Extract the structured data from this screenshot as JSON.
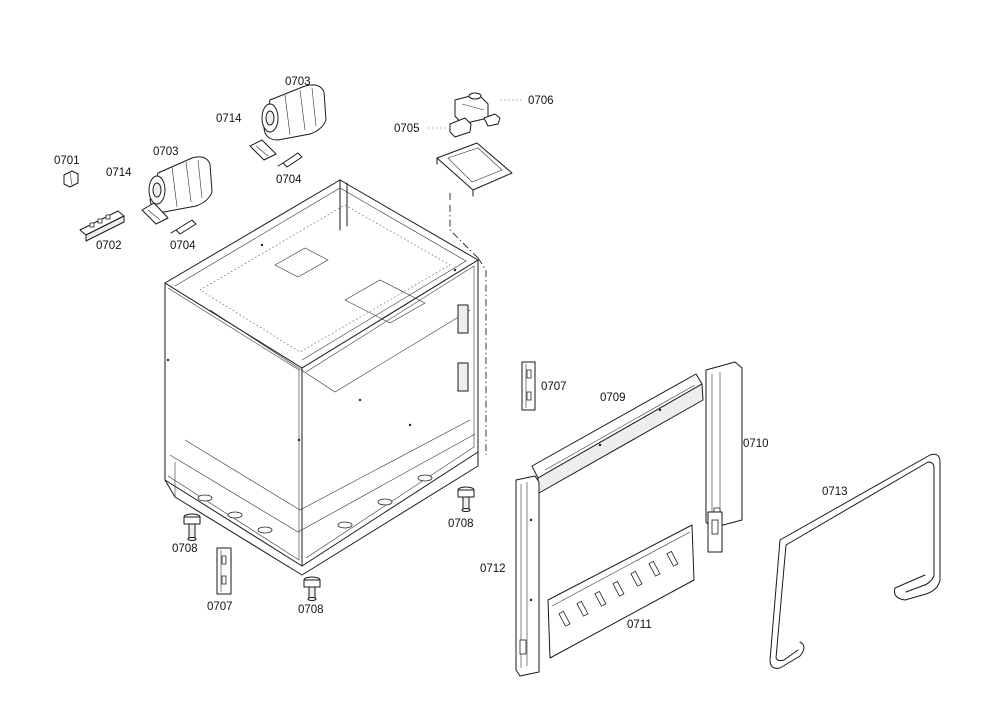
{
  "labels": {
    "p0701": "0701",
    "p0702": "0702",
    "p0703a": "0703",
    "p0703b": "0703",
    "p0704a": "0704",
    "p0704b": "0704",
    "p0705": "0705",
    "p0706": "0706",
    "p0707a": "0707",
    "p0707b": "0707",
    "p0708a": "0708",
    "p0708b": "0708",
    "p0708c": "0708",
    "p0709": "0709",
    "p0710": "0710",
    "p0711": "0711",
    "p0712": "0712",
    "p0713": "0713",
    "p0714a": "0714",
    "p0714b": "0714"
  }
}
